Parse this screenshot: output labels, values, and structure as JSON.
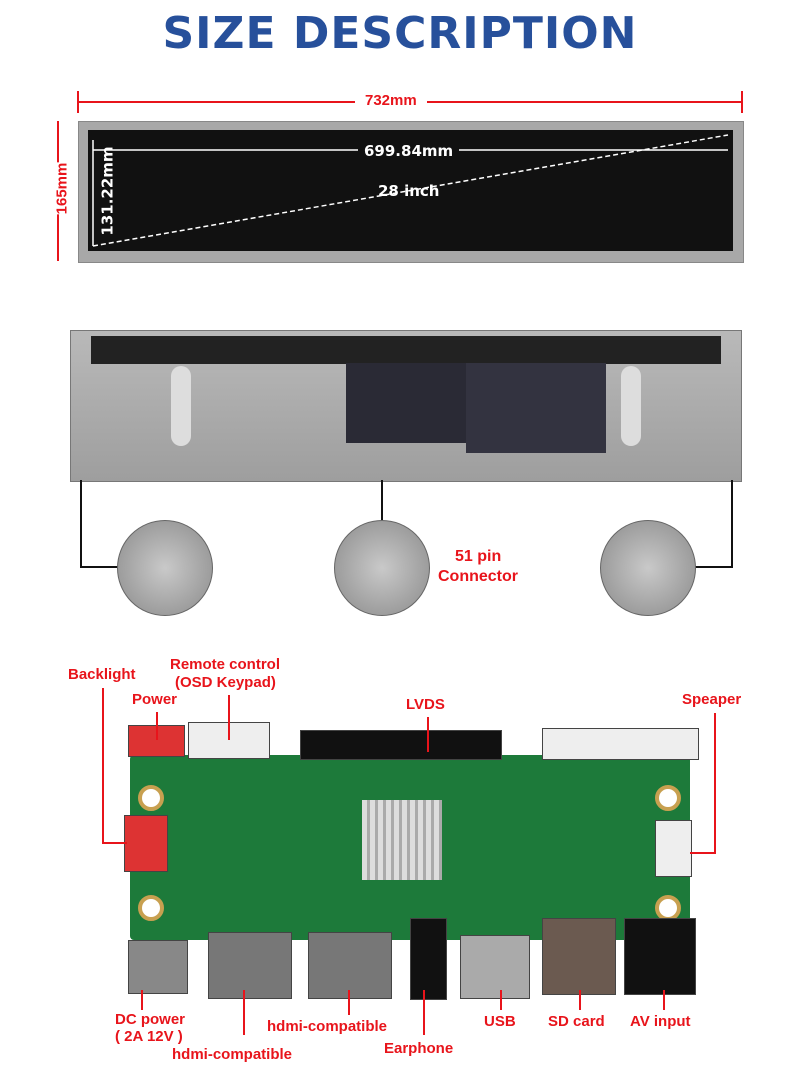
{
  "title": "SIZE DESCRIPTION",
  "dimensions": {
    "outer_width": "732mm",
    "outer_height": "165mm",
    "active_width": "699.84mm",
    "active_height": "131.22mm",
    "diagonal": "28 inch"
  },
  "callouts": {
    "connector": "51 pin",
    "connector2": "Connector"
  },
  "board_labels": {
    "backlight": "Backlight",
    "remote1": "Remote control",
    "remote2": "(OSD Keypad)",
    "power": "Power",
    "lvds": "LVDS",
    "speaker": "Speaper",
    "dc1": "DC power",
    "dc2": "( 2A  12V )",
    "hdmi1": "hdmi-compatible",
    "hdmi2": "hdmi-compatible",
    "earphone": "Earphone",
    "usb": "USB",
    "sd": "SD card",
    "av": "AV input"
  },
  "colors": {
    "title": "#27509b",
    "label": "#e8141b",
    "pcb": "#1d7a3a"
  }
}
